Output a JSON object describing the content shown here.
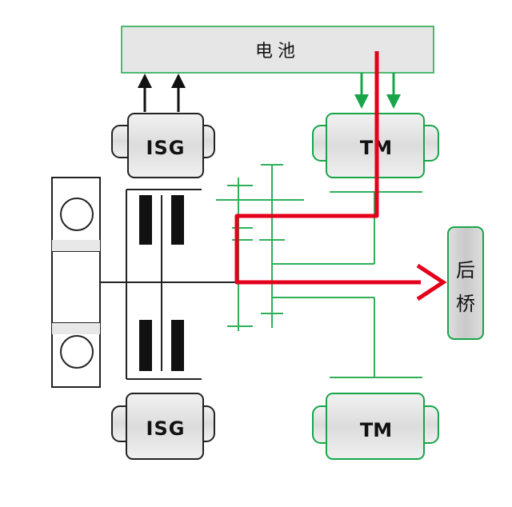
{
  "battery": {
    "label": "电池"
  },
  "isg_top": {
    "label": "ISG"
  },
  "isg_bottom": {
    "label": "ISG"
  },
  "tm_top": {
    "label": "TM"
  },
  "tm_bottom": {
    "label": "TM"
  },
  "rear_axle": {
    "label_line1": "后",
    "label_line2": "桥"
  },
  "colors": {
    "green": "#17a549",
    "red": "#e4001b",
    "box_fill": "#e3e3e3",
    "black": "#111111",
    "gear": "#2faf5a"
  }
}
